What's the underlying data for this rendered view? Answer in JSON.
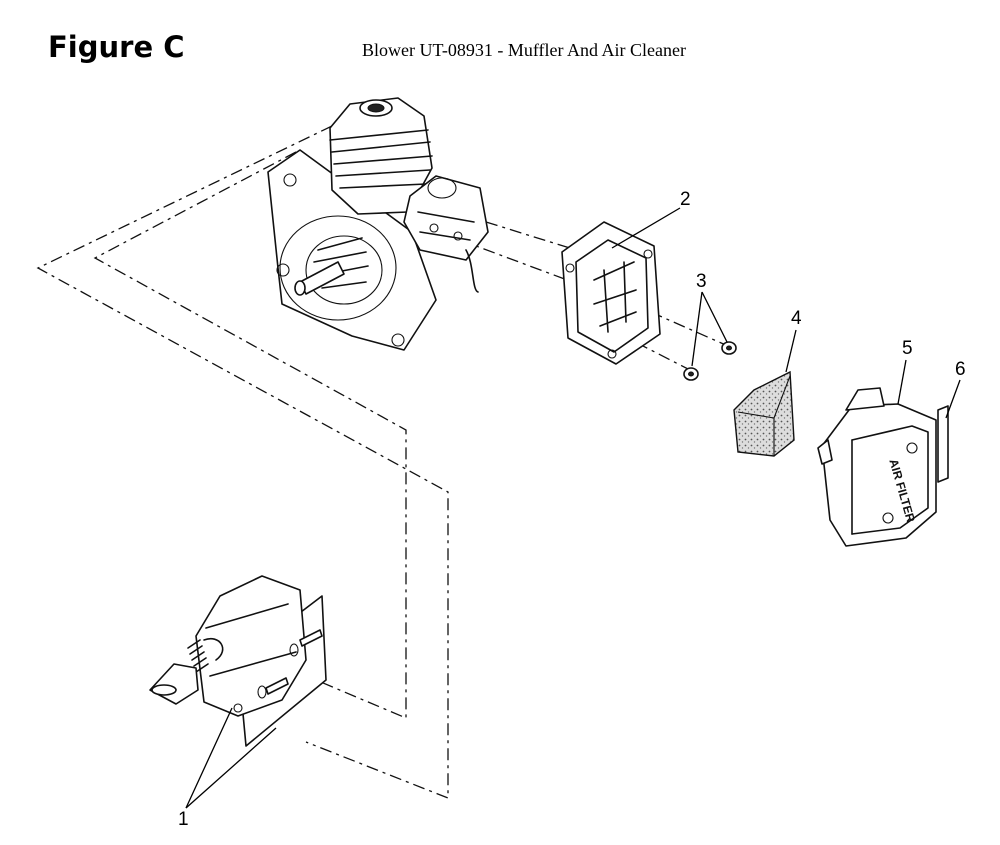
{
  "figure_label": "Figure C",
  "title": "Blower UT-08931 - Muffler And Air Cleaner",
  "callouts": [
    "1",
    "2",
    "3",
    "4",
    "5",
    "6"
  ],
  "filter_cover_text": "AIR FILTER"
}
